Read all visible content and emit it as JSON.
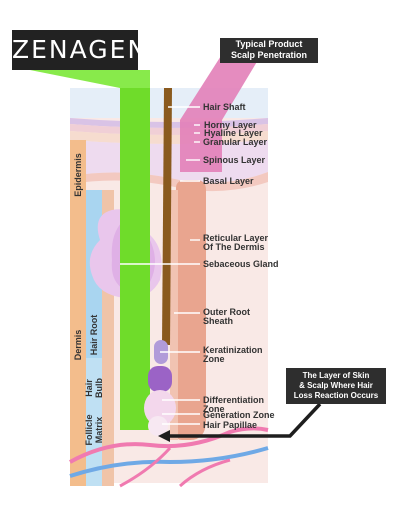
{
  "brand": {
    "logo_text": "ZENAGEN"
  },
  "callouts": {
    "product_line1": "Typical Product",
    "product_line2": "Scalp Penetration",
    "layer_line1": "The Layer of Skin",
    "layer_line2": "& Scalp Where Hair",
    "layer_line3": "Loss Reaction Occurs"
  },
  "labels": {
    "hair_shaft": "Hair Shaft",
    "horny_layer": "Horny Layer",
    "hyaline_layer": "Hyaline Layer",
    "granular_layer": "Granular Layer",
    "spinous_layer": "Spinous Layer",
    "basal_layer": "Basal Layer",
    "reticular_line1": "Reticular Layer",
    "reticular_line2": "Of The Dermis",
    "sebaceous_gland": "Sebaceous Gland",
    "outer_root_line1": "Outer Root",
    "outer_root_line2": "Sheath",
    "keratinization_line1": "Keratinization",
    "keratinization_line2": "Zone",
    "differentiation_line1": "Differentiation",
    "differentiation_line2": "Zone",
    "generation_zone": "Generation Zone",
    "hair_papillae": "Hair Papillae"
  },
  "side_labels": {
    "epidermis": "Epidermis",
    "dermis": "Dermis",
    "hair_root": "Hair Root",
    "hair_bulb_line1": "Hair",
    "hair_bulb_line2": "Bulb",
    "follicle_matrix_line1": "Follicle",
    "follicle_matrix_line2": "Matrix"
  },
  "colors": {
    "product_green": "#7ee83c",
    "product_pink": "#e27fb8",
    "epidermis_band": "#f3bd8c",
    "hair_root_band": "#a9d5f0",
    "dermis_skin": "#f7e2dc",
    "hair_shaft": "#8a5a1e",
    "sebaceous": "#e9c6ec",
    "keratinization": "#b19bd9",
    "callout_bg": "#2e2e2e"
  }
}
